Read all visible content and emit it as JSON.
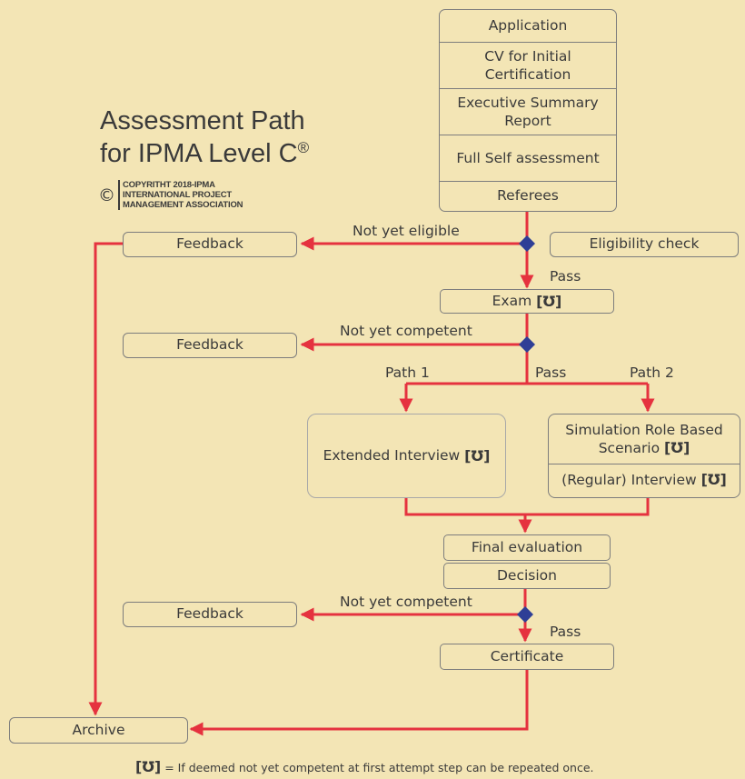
{
  "title": {
    "line1": "Assessment Path",
    "line2": "for IPMA Level C",
    "mark": "®"
  },
  "copyright": {
    "symbol": "©",
    "line1": "COPYRITHT 2018-IPMA",
    "line2": "INTERNATIONAL PROJECT",
    "line3": "MANAGEMENT ASSOCIATION"
  },
  "repeat_symbol": "[Ʊ]",
  "application_stack": [
    "Application",
    "CV for Initial Certification",
    "Executive Summary Report",
    "Full Self assessment",
    "Referees"
  ],
  "nodes": {
    "eligibility_check": "Eligibility check",
    "feedback_1": "Feedback",
    "exam": "Exam",
    "feedback_2": "Feedback",
    "extended_interview": "Extended Interview",
    "simulation": "Simulation Role Based Scenario",
    "regular_interview": "(Regular) Interview",
    "final_evaluation": "Final evaluation",
    "decision": "Decision",
    "feedback_3": "Feedback",
    "certificate": "Certificate",
    "archive": "Archive"
  },
  "edges": {
    "not_eligible": "Not yet eligible",
    "pass_1": "Pass",
    "not_competent_1": "Not yet competent",
    "path1": "Path 1",
    "pass_2": "Pass",
    "path2": "Path 2",
    "not_competent_2": "Not yet competent",
    "pass_3": "Pass"
  },
  "footnote": "= If deemed not yet competent at first attempt step can be repeated once.",
  "colors": {
    "background": "#f3e5b5",
    "arrow": "#e5323f",
    "diamond": "#2f3f96",
    "border": "#7d7d7d"
  }
}
